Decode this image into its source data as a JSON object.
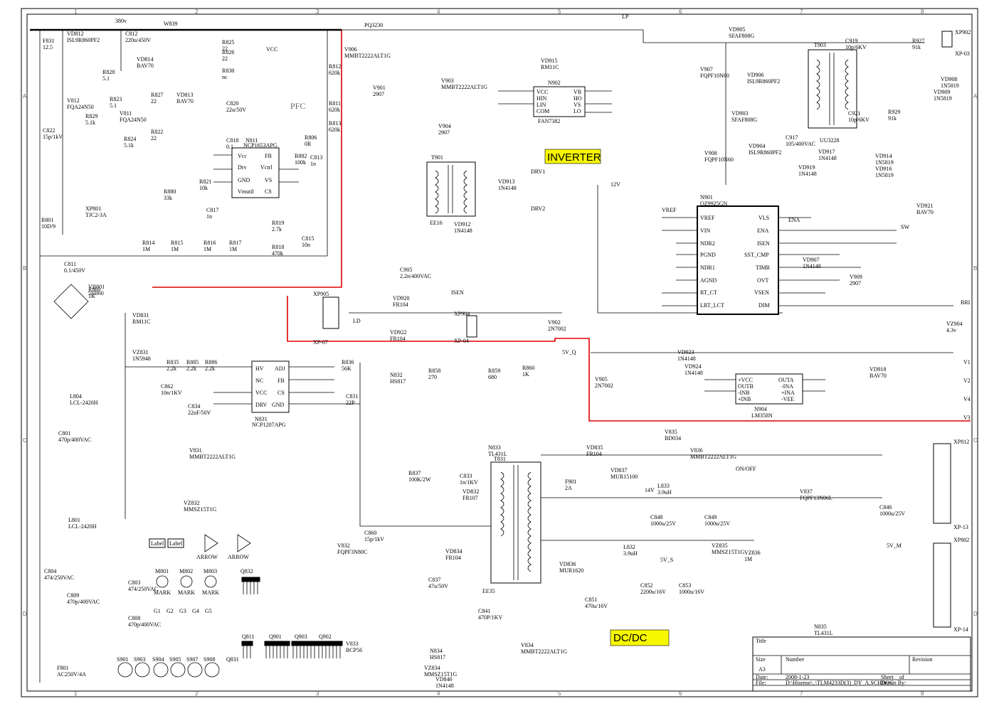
{
  "sections": {
    "pfc": "PFC",
    "inverter": "INVERTER",
    "dcdc": "DC/DC"
  },
  "grid": {
    "columns": [
      "1",
      "2",
      "3",
      "4",
      "5",
      "6",
      "7",
      "8"
    ],
    "rows": [
      "A",
      "B",
      "C",
      "D"
    ]
  },
  "ics": [
    {
      "ref": "N811",
      "part": "NCP1653APG",
      "pins": [
        "Vcc",
        "Drv",
        "GND",
        "Vmutil",
        "FB",
        "Vctrl",
        "VS",
        "CS"
      ]
    },
    {
      "ref": "N902",
      "part": "FAN7382",
      "pins": [
        "VCC",
        "HIN",
        "LIN",
        "COM",
        "VB",
        "HO",
        "VS",
        "LO"
      ]
    },
    {
      "ref": "N901",
      "part": "OZ9925GN",
      "pins": [
        "VREF",
        "VIN",
        "NDR2",
        "PGND",
        "NDR1",
        "AGND",
        "RT_CT",
        "LRT_LCT",
        "VLS",
        "ENA",
        "ISEN",
        "SST_CMP",
        "TIMR",
        "OVT",
        "VSEN",
        "DIM"
      ]
    },
    {
      "ref": "N831",
      "part": "NCP1207APG",
      "pins": [
        "HV",
        "NC",
        "VCC",
        "DRV",
        "ADJ",
        "FB",
        "CS",
        "GND"
      ]
    },
    {
      "ref": "N904",
      "part": "LM358N",
      "pins": [
        "+VCC",
        "OUTB",
        "-INB",
        "+INB",
        "OUTA",
        "-INA",
        "+INA",
        "-VEE"
      ]
    }
  ],
  "transformers": [
    {
      "ref": "T901",
      "part": "EE16"
    },
    {
      "ref": "T903",
      "part": "UU3228"
    },
    {
      "ref": "T831",
      "part": "EE35"
    }
  ],
  "components": [
    {
      "ref": "VD812",
      "val": "ISL9R860PF2"
    },
    {
      "ref": "C812",
      "val": "220u/450V"
    },
    {
      "ref": "W839",
      "val": ""
    },
    {
      "ref": "VD814",
      "val": "BAV70"
    },
    {
      "ref": "VD813",
      "val": "BAV70"
    },
    {
      "ref": "V812",
      "val": "FQA24N50"
    },
    {
      "ref": "V811",
      "val": "FQA24N50"
    },
    {
      "ref": "R828",
      "val": "5.1"
    },
    {
      "ref": "R827",
      "val": "22"
    },
    {
      "ref": "R823",
      "val": "5.1"
    },
    {
      "ref": "R829",
      "val": "5.1k"
    },
    {
      "ref": "R824",
      "val": "5.1k"
    },
    {
      "ref": "R822",
      "val": "22"
    },
    {
      "ref": "C822",
      "val": "15p/1kV"
    },
    {
      "ref": "R825",
      "val": "22"
    },
    {
      "ref": "R826",
      "val": "22"
    },
    {
      "ref": "R830",
      "val": "nc"
    },
    {
      "ref": "C820",
      "val": "22u/50V"
    },
    {
      "ref": "C818",
      "val": "0.1"
    },
    {
      "ref": "R812",
      "val": "620k"
    },
    {
      "ref": "R811",
      "val": "620k"
    },
    {
      "ref": "R813",
      "val": "620k"
    },
    {
      "ref": "R806",
      "val": "0R"
    },
    {
      "ref": "R882",
      "val": "100k"
    },
    {
      "ref": "C813",
      "val": "1n"
    },
    {
      "ref": "R821",
      "val": "10k"
    },
    {
      "ref": "C817",
      "val": "1n"
    },
    {
      "ref": "R880",
      "val": "33k"
    },
    {
      "ref": "R819",
      "val": "2.7k"
    },
    {
      "ref": "R818",
      "val": "470k"
    },
    {
      "ref": "C815",
      "val": "10n"
    },
    {
      "ref": "R814",
      "val": "1M"
    },
    {
      "ref": "R815",
      "val": "1M"
    },
    {
      "ref": "R816",
      "val": "1M"
    },
    {
      "ref": "R817",
      "val": "1M"
    },
    {
      "ref": "C811",
      "val": "0.1/450V"
    },
    {
      "ref": "R801",
      "val": "10D/9"
    },
    {
      "ref": "VB801",
      "val": "5SB60"
    },
    {
      "ref": "VD831",
      "val": "RM11C"
    },
    {
      "ref": "VZ831",
      "val": "1N5948"
    },
    {
      "ref": "R835",
      "val": "2.2k"
    },
    {
      "ref": "R885",
      "val": "2.2k"
    },
    {
      "ref": "R886",
      "val": "2.2k"
    },
    {
      "ref": "C862",
      "val": "10n/1KV"
    },
    {
      "ref": "C834",
      "val": "22uF/50V"
    },
    {
      "ref": "V831",
      "val": "MMBT2222ALT1G"
    },
    {
      "ref": "VZ832",
      "val": "MMSZ15T1G"
    },
    {
      "ref": "R836",
      "val": "56K"
    },
    {
      "ref": "C831",
      "val": "22P"
    },
    {
      "ref": "N832",
      "val": "HS817"
    },
    {
      "ref": "R858",
      "val": "270"
    },
    {
      "ref": "R859",
      "val": "680"
    },
    {
      "ref": "R860",
      "val": "1K"
    },
    {
      "ref": "N833",
      "val": "TL431L"
    },
    {
      "ref": "R837",
      "val": "100K/2W"
    },
    {
      "ref": "C833",
      "val": "1n/1KV"
    },
    {
      "ref": "VD832",
      "val": "FR107"
    },
    {
      "ref": "V832",
      "val": "FQPF3N80C"
    },
    {
      "ref": "C860",
      "val": "15p/1kV"
    },
    {
      "ref": "VD834",
      "val": "FR104"
    },
    {
      "ref": "C837",
      "val": "47u/50V"
    },
    {
      "ref": "N834",
      "val": "HS817"
    },
    {
      "ref": "V833",
      "val": "BCP56"
    },
    {
      "ref": "V834",
      "val": "MMBT2222ALT1G"
    },
    {
      "ref": "VD840",
      "val": "1N4148"
    },
    {
      "ref": "VZ834",
      "val": "MMSZ15T1G"
    },
    {
      "ref": "C841",
      "val": "470P/1KV"
    },
    {
      "ref": "VD836",
      "val": "MUR1620"
    },
    {
      "ref": "C851",
      "val": "470u/16V"
    },
    {
      "ref": "L832",
      "val": "3.9uH"
    },
    {
      "ref": "C852",
      "val": "2200u/16V"
    },
    {
      "ref": "C853",
      "val": "1000u/16V"
    },
    {
      "ref": "VD837",
      "val": "MUR15100"
    },
    {
      "ref": "L833",
      "val": "3.9uH"
    },
    {
      "ref": "C848",
      "val": "1000u/25V"
    },
    {
      "ref": "C849",
      "val": "1000u/25V"
    },
    {
      "ref": "V837",
      "val": "FQPF13N06L"
    },
    {
      "ref": "C846",
      "val": "1000u/25V"
    },
    {
      "ref": "N835",
      "val": "TL431L"
    },
    {
      "ref": "V836",
      "val": "MMBT2222ALT1G"
    },
    {
      "ref": "VD835",
      "val": "FR104"
    },
    {
      "ref": "VZ836",
      "val": "1M"
    },
    {
      "ref": "VZ835",
      "val": "MMSZ15T1G"
    },
    {
      "ref": "V906",
      "val": "MMBT2222ALT1G"
    },
    {
      "ref": "V903",
      "val": "MMBT2222ALT1G"
    },
    {
      "ref": "V901",
      "val": "2907"
    },
    {
      "ref": "V904",
      "val": "2907"
    },
    {
      "ref": "VD915",
      "val": "RM11C"
    },
    {
      "ref": "VD905",
      "val": "SFAF808G"
    },
    {
      "ref": "VD903",
      "val": "SFAF808G"
    },
    {
      "ref": "V907",
      "val": "FQPF10N60"
    },
    {
      "ref": "V908",
      "val": "FQPF10N60"
    },
    {
      "ref": "VD906",
      "val": "ISL9R860PF2"
    },
    {
      "ref": "VD904",
      "val": "ISL9R860PF2"
    },
    {
      "ref": "C917",
      "val": "105/400VAC"
    },
    {
      "ref": "C919",
      "val": "10p/6KV"
    },
    {
      "ref": "C921",
      "val": "10p/6KV"
    },
    {
      "ref": "R927",
      "val": "91k"
    },
    {
      "ref": "R929",
      "val": "91k"
    },
    {
      "ref": "VD908",
      "val": "1N5819"
    },
    {
      "ref": "VD909",
      "val": "1N5819"
    },
    {
      "ref": "VD914",
      "val": "1N5819"
    },
    {
      "ref": "VD916",
      "val": "1N5819"
    },
    {
      "ref": "VD917",
      "val": "1N4148"
    },
    {
      "ref": "VD919",
      "val": "1N4148"
    },
    {
      "ref": "VD921",
      "val": "BAV70"
    },
    {
      "ref": "C905",
      "val": "2.2n/400VAC"
    },
    {
      "ref": "VD912",
      "val": "1N4148"
    },
    {
      "ref": "VD913",
      "val": "1N4148"
    },
    {
      "ref": "VD920",
      "val": "FR104"
    },
    {
      "ref": "VD922",
      "val": "FR104"
    },
    {
      "ref": "V902",
      "val": "2N7002"
    },
    {
      "ref": "V905",
      "val": "2N7002"
    },
    {
      "ref": "VD907",
      "val": "1N4148"
    },
    {
      "ref": "V909",
      "val": "2907"
    },
    {
      "ref": "VZ904",
      "val": "4.3v"
    },
    {
      "ref": "VD923",
      "val": "1N4148"
    },
    {
      "ref": "VD924",
      "val": "1N4148"
    },
    {
      "ref": "VD918",
      "val": "BAV70"
    },
    {
      "ref": "V835",
      "val": "BD034"
    },
    {
      "ref": "L804",
      "val": "LCL-2420H"
    },
    {
      "ref": "L801",
      "val": "LCL-2420H"
    },
    {
      "ref": "C801",
      "val": "470p/400VAC"
    },
    {
      "ref": "C804",
      "val": "474/250VAC"
    },
    {
      "ref": "C803",
      "val": "474/250VAC"
    },
    {
      "ref": "C808",
      "val": "470p/400VAC"
    },
    {
      "ref": "C809",
      "val": "470p/400VAC"
    },
    {
      "ref": "F801",
      "val": "AC250V/4A"
    },
    {
      "ref": "XP801",
      "val": "TJC2-3A"
    },
    {
      "ref": "PQ3230",
      "val": ""
    },
    {
      "ref": "F901",
      "val": "2A"
    },
    {
      "ref": "F831",
      "val": "12.5"
    }
  ],
  "connectors": [
    {
      "ref": "XP905",
      "label": "XP-07"
    },
    {
      "ref": "XP904",
      "label": "XP-04"
    },
    {
      "ref": "XP902",
      "label": "XP-03"
    },
    {
      "ref": "XP812",
      "label": "XP-13"
    },
    {
      "ref": "XP802",
      "label": "XP-14"
    }
  ],
  "nets": [
    "VCC",
    "12V",
    "14V",
    "5V_Q",
    "5V_S",
    "5V_M",
    "VREF",
    "DRV1",
    "DRV2",
    "ISEN",
    "BRI",
    "ENA",
    "SW",
    "LD",
    "V1",
    "V2",
    "V3",
    "V4",
    "ON/OFF",
    "380v",
    "LP"
  ],
  "mounting": {
    "marks": [
      "M801",
      "M802",
      "M803"
    ],
    "mark_label": "MARK",
    "grounds": [
      "G1",
      "G2",
      "G3",
      "G4",
      "G5"
    ],
    "screws": [
      "S901",
      "S903",
      "S904",
      "S905",
      "S907",
      "S908"
    ],
    "labels": [
      "Label",
      "Label"
    ],
    "arrows": [
      "ARROW",
      "ARROW"
    ],
    "strips": [
      "Q832",
      "Q811",
      "Q901",
      "Q903",
      "Q902",
      "Q831"
    ]
  },
  "title_block": {
    "title_label": "Title",
    "size_label": "Size",
    "size": "A3",
    "number_label": "Number",
    "revision_label": "Revision",
    "date_label": "Date:",
    "date": "2008-1-23",
    "sheet_label": "Sheet",
    "of_label": "of",
    "file_label": "File:",
    "file": "D:\\Hisense\\..\\TLM4233D(3)_DY_A.SCHDOC",
    "drawn_label": "Drawn By:"
  }
}
